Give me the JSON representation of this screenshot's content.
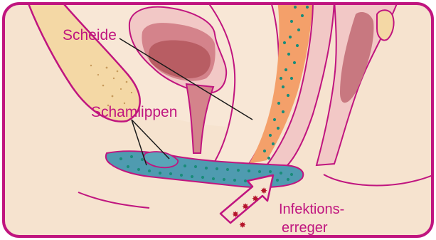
{
  "colors": {
    "frame": "#c0157f",
    "skin": "#f6e3cf",
    "skin_shadow": "#efd3b6",
    "tissue_pink": "#f2c8c6",
    "bladder_wall": "#d4838b",
    "bladder_inner": "#b85d63",
    "bone": "#f4d8a5",
    "bacteria_zone": "#4f9bb0",
    "bacteria_zone_orange": "#f4a06a",
    "bacteria_dot": "#1a8c7a",
    "arrow_dot": "#b5162b",
    "label": "#c0157f"
  },
  "labels": {
    "scheide": "Scheide",
    "schamlippen": "Schamlippen",
    "infektions": "Infektions-",
    "erreger": "erreger"
  },
  "icons": {
    "arrow": "up-right-arrow-icon"
  }
}
